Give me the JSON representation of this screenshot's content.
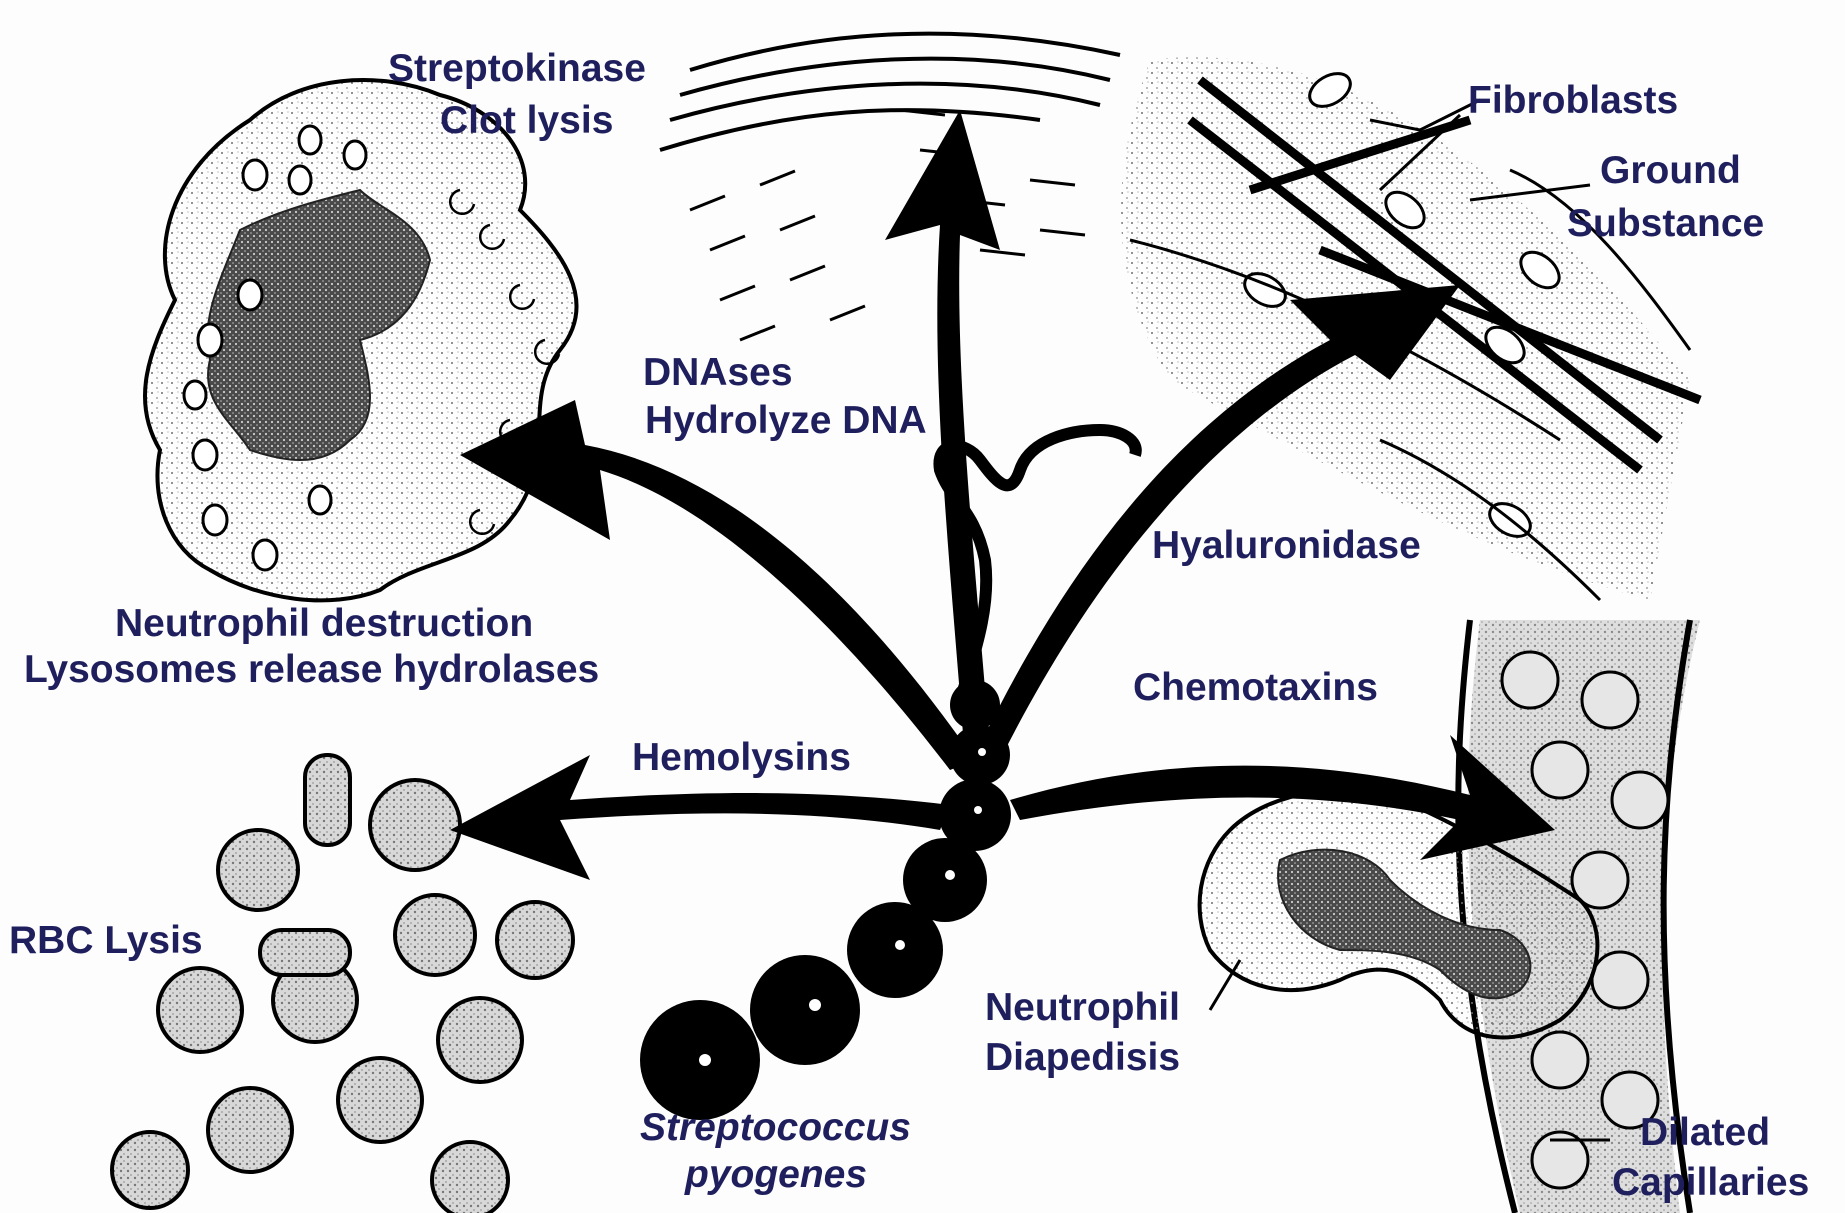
{
  "labels": {
    "streptokinase": "Streptokinase",
    "clot_lysis": "Clot lysis",
    "fibroblasts": "Fibroblasts",
    "ground": "Ground",
    "substance": "Substance",
    "dnases": "DNAses",
    "hydrolyze_dna": "Hydrolyze DNA",
    "hyaluronidase": "Hyaluronidase",
    "neutrophil_destruction": "Neutrophil destruction",
    "lysosomes_release": "Lysosomes release hydrolases",
    "chemotaxins": "Chemotaxins",
    "hemolysins": "Hemolysins",
    "rbc_lysis": "RBC Lysis",
    "neutrophil": "Neutrophil",
    "diapedisis": "Diapedisis",
    "streptococcus": "Streptococcus",
    "pyogenes": "pyogenes",
    "dilated": "Dilated",
    "capillaries": "Capillaries"
  },
  "colors": {
    "label_text": "#1f1f5e",
    "ink": "#000000",
    "stipple": "#7a7a7a"
  }
}
